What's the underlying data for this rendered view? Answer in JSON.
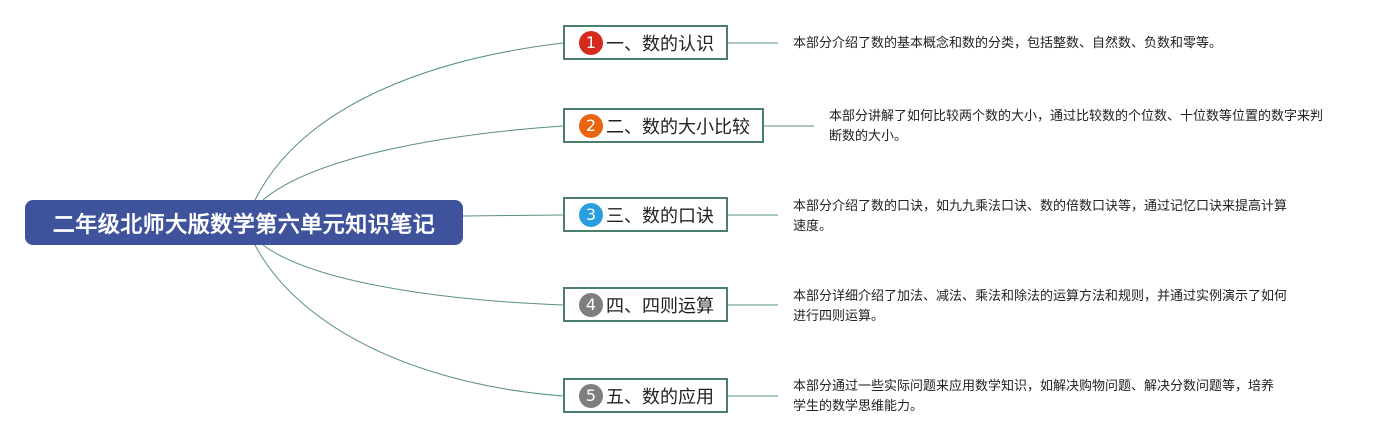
{
  "root": {
    "title": "二年级北师大版数学第六单元知识笔记"
  },
  "branches": [
    {
      "number": "1",
      "label": "一、数的认识",
      "color": "#d42b1e",
      "desc": "本部分介绍了数的基本概念和数的分类，包括整数、自然数、负数和零等。"
    },
    {
      "number": "2",
      "label": "二、数的大小比较",
      "color": "#e8650f",
      "desc": "本部分讲解了如何比较两个数的大小，通过比较数的个位数、十位数等位置的数字来判断数的大小。"
    },
    {
      "number": "3",
      "label": "三、数的口诀",
      "color": "#2a9fe0",
      "desc": "本部分介绍了数的口诀，如九九乘法口诀、数的倍数口诀等，通过记忆口诀来提高计算速度。"
    },
    {
      "number": "4",
      "label": "四、四则运算",
      "color": "#7e7e7e",
      "desc": "本部分详细介绍了加法、减法、乘法和除法的运算方法和规则，并通过实例演示了如何进行四则运算。"
    },
    {
      "number": "5",
      "label": "五、数的应用",
      "color": "#7e7e7e",
      "desc": "本部分通过一些实际问题来应用数学知识，如解决购物问题、解决分数问题等，培养学生的数学思维能力。"
    }
  ]
}
